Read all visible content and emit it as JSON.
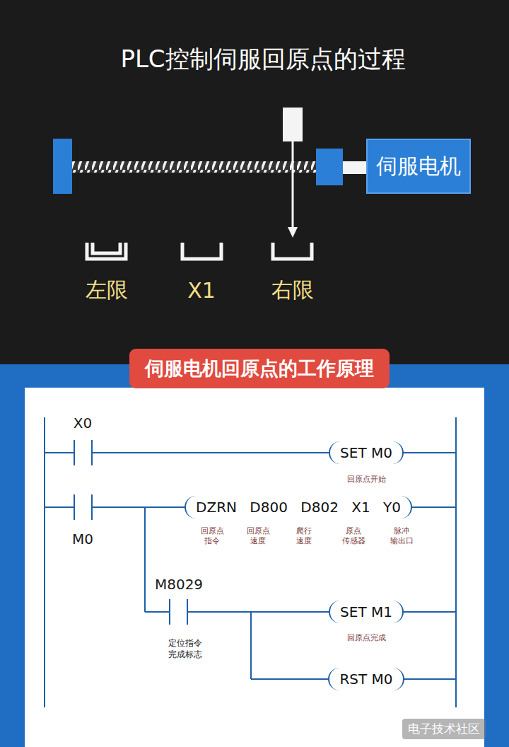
{
  "diagram": {
    "title": "PLC控制伺服回原点的过程",
    "nodes": [
      {
        "text": [
          "伺服电机"
        ]
      },
      {
        "text": [
          "伺服电机回原点的工作原理"
        ]
      },
      {
        "text": [
          "SET M0"
        ]
      },
      {
        "text": [
          "DZRN D800 D802 X1 Y0"
        ]
      },
      {
        "text": [
          "SET M1"
        ]
      },
      {
        "text": [
          "RST M0"
        ]
      }
    ],
    "labels": [
      "左限",
      "X1",
      "右限",
      "X0",
      "回原点开始",
      "M0",
      "回原点 指令",
      "回原点 速度",
      "爬行 速度",
      "原点 传感器",
      "脉冲 输出口",
      "M8029",
      "定位指令 完成标志",
      "回原点完成",
      "电子技术社区"
    ]
  }
}
